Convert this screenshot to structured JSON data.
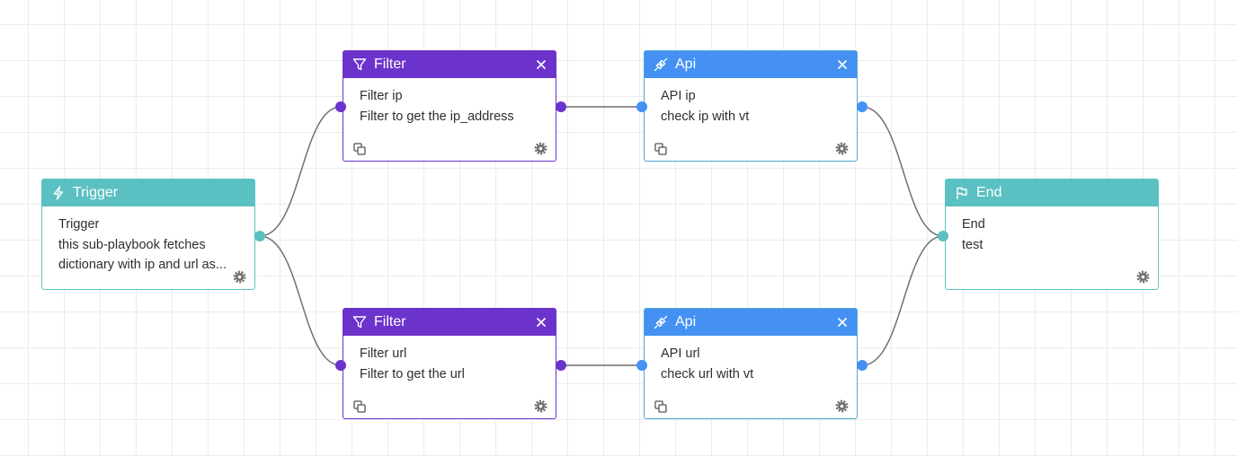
{
  "colors": {
    "filter": "#6b33cc",
    "api": "#4491f3",
    "teal": "#5bc0c1",
    "edge": "#6f6f6f",
    "grid": "#ececec"
  },
  "nodes": {
    "trigger": {
      "title": "Trigger",
      "icon": "lightning-icon",
      "name": "Trigger",
      "lines": [
        "this sub-playbook fetches",
        "dictionary with ip and url as..."
      ]
    },
    "filter_ip": {
      "title": "Filter",
      "icon": "funnel-icon",
      "name": "Filter ip",
      "lines": [
        "Filter to get the ip_address"
      ]
    },
    "filter_url": {
      "title": "Filter",
      "icon": "funnel-icon",
      "name": "Filter url",
      "lines": [
        "Filter to get the url"
      ]
    },
    "api_ip": {
      "title": "Api",
      "icon": "plug-icon",
      "name": "API ip",
      "lines": [
        "check ip with vt"
      ]
    },
    "api_url": {
      "title": "Api",
      "icon": "plug-icon",
      "name": "API url",
      "lines": [
        "check url with vt"
      ]
    },
    "end": {
      "title": "End",
      "icon": "flag-icon",
      "name": "End",
      "lines": [
        "test"
      ]
    }
  }
}
